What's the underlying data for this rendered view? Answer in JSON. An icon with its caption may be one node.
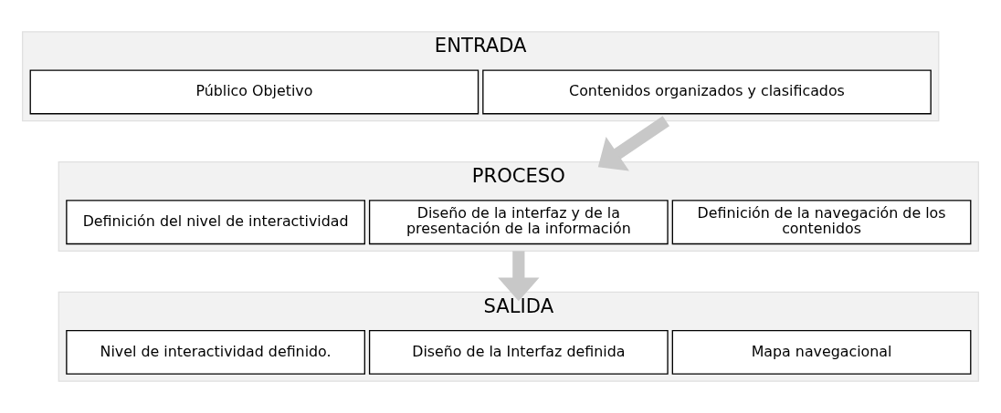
{
  "diagram": {
    "nodes": [
      {
        "text": [
          "ENTRADA"
        ]
      },
      {
        "text": [
          "Público Objetivo"
        ],
        "in": 0
      },
      {
        "text": [
          "Contenidos organizados y clasificados"
        ],
        "in": 0
      },
      {
        "text": [
          "PROCESO"
        ]
      },
      {
        "text": [
          "Definición del nivel de interactividad"
        ],
        "in": 3
      },
      {
        "text": [
          "Diseño de la interfaz y de la presentación de la información"
        ],
        "in": 3
      },
      {
        "text": [
          "Definición de la navegación de los contenidos"
        ],
        "in": 3
      },
      {
        "text": [
          "SALIDA"
        ]
      },
      {
        "text": [
          "Nivel de interactividad definido."
        ],
        "in": 7
      },
      {
        "text": [
          "Diseño de la Interfaz definida"
        ],
        "in": 7
      },
      {
        "text": [
          "Mapa navegacional"
        ],
        "in": 7
      }
    ],
    "edges": [
      {
        "from": 0,
        "to": 3,
        "arrow": "to"
      },
      {
        "from": 3,
        "to": 7,
        "arrow": "to"
      }
    ]
  }
}
